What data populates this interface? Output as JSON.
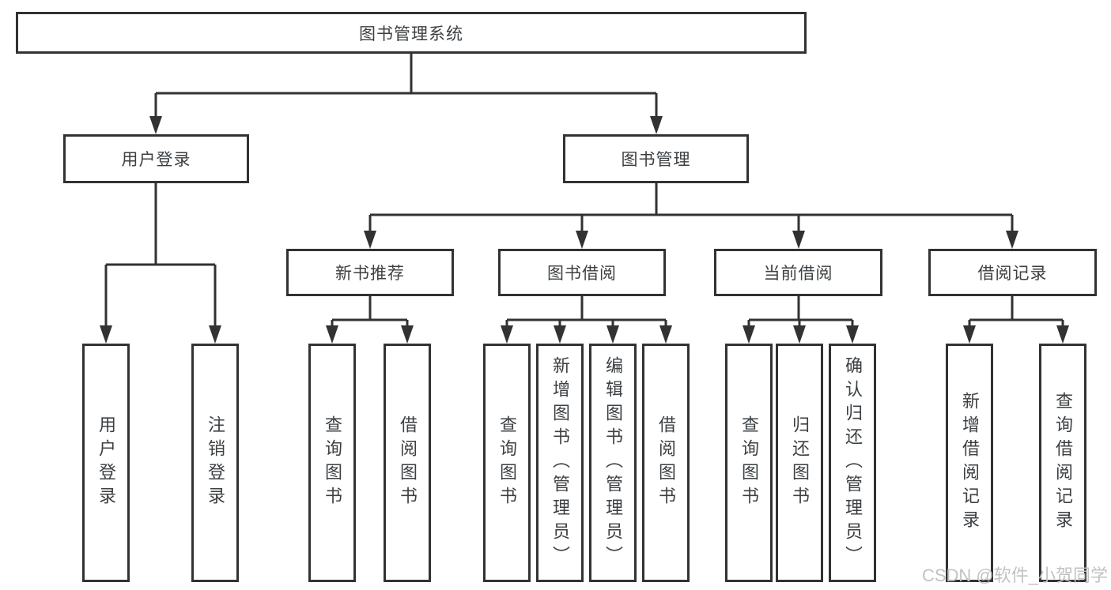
{
  "diagram": {
    "root": {
      "label": "图书管理系统"
    },
    "branches": {
      "user_login": {
        "label": "用户登录",
        "children": {
          "login": "用户登录",
          "logout": "注销登录"
        }
      },
      "book_management": {
        "label": "图书管理",
        "sections": {
          "new_books": {
            "label": "新书推荐",
            "children": {
              "query": "查询图书",
              "borrow": "借阅图书"
            }
          },
          "borrowing": {
            "label": "图书借阅",
            "children": {
              "query": "查询图书",
              "add": "新增图书（管理员）",
              "edit": "编辑图书（管理员）",
              "borrow": "借阅图书"
            }
          },
          "current": {
            "label": "当前借阅",
            "children": {
              "query": "查询图书",
              "return_book": "归还图书",
              "confirm": "确认归还（管理员）"
            }
          },
          "records": {
            "label": "借阅记录",
            "children": {
              "add": "新增借阅记录",
              "query": "查询借阅记录"
            }
          }
        }
      }
    }
  },
  "watermark": {
    "text": "CSDN @软件_小贺同学"
  },
  "colors": {
    "line": "#323232",
    "text": "#3c4043",
    "box_fill": "#ffffff",
    "background": "#ffffff",
    "watermark": "#c2c2c2"
  }
}
